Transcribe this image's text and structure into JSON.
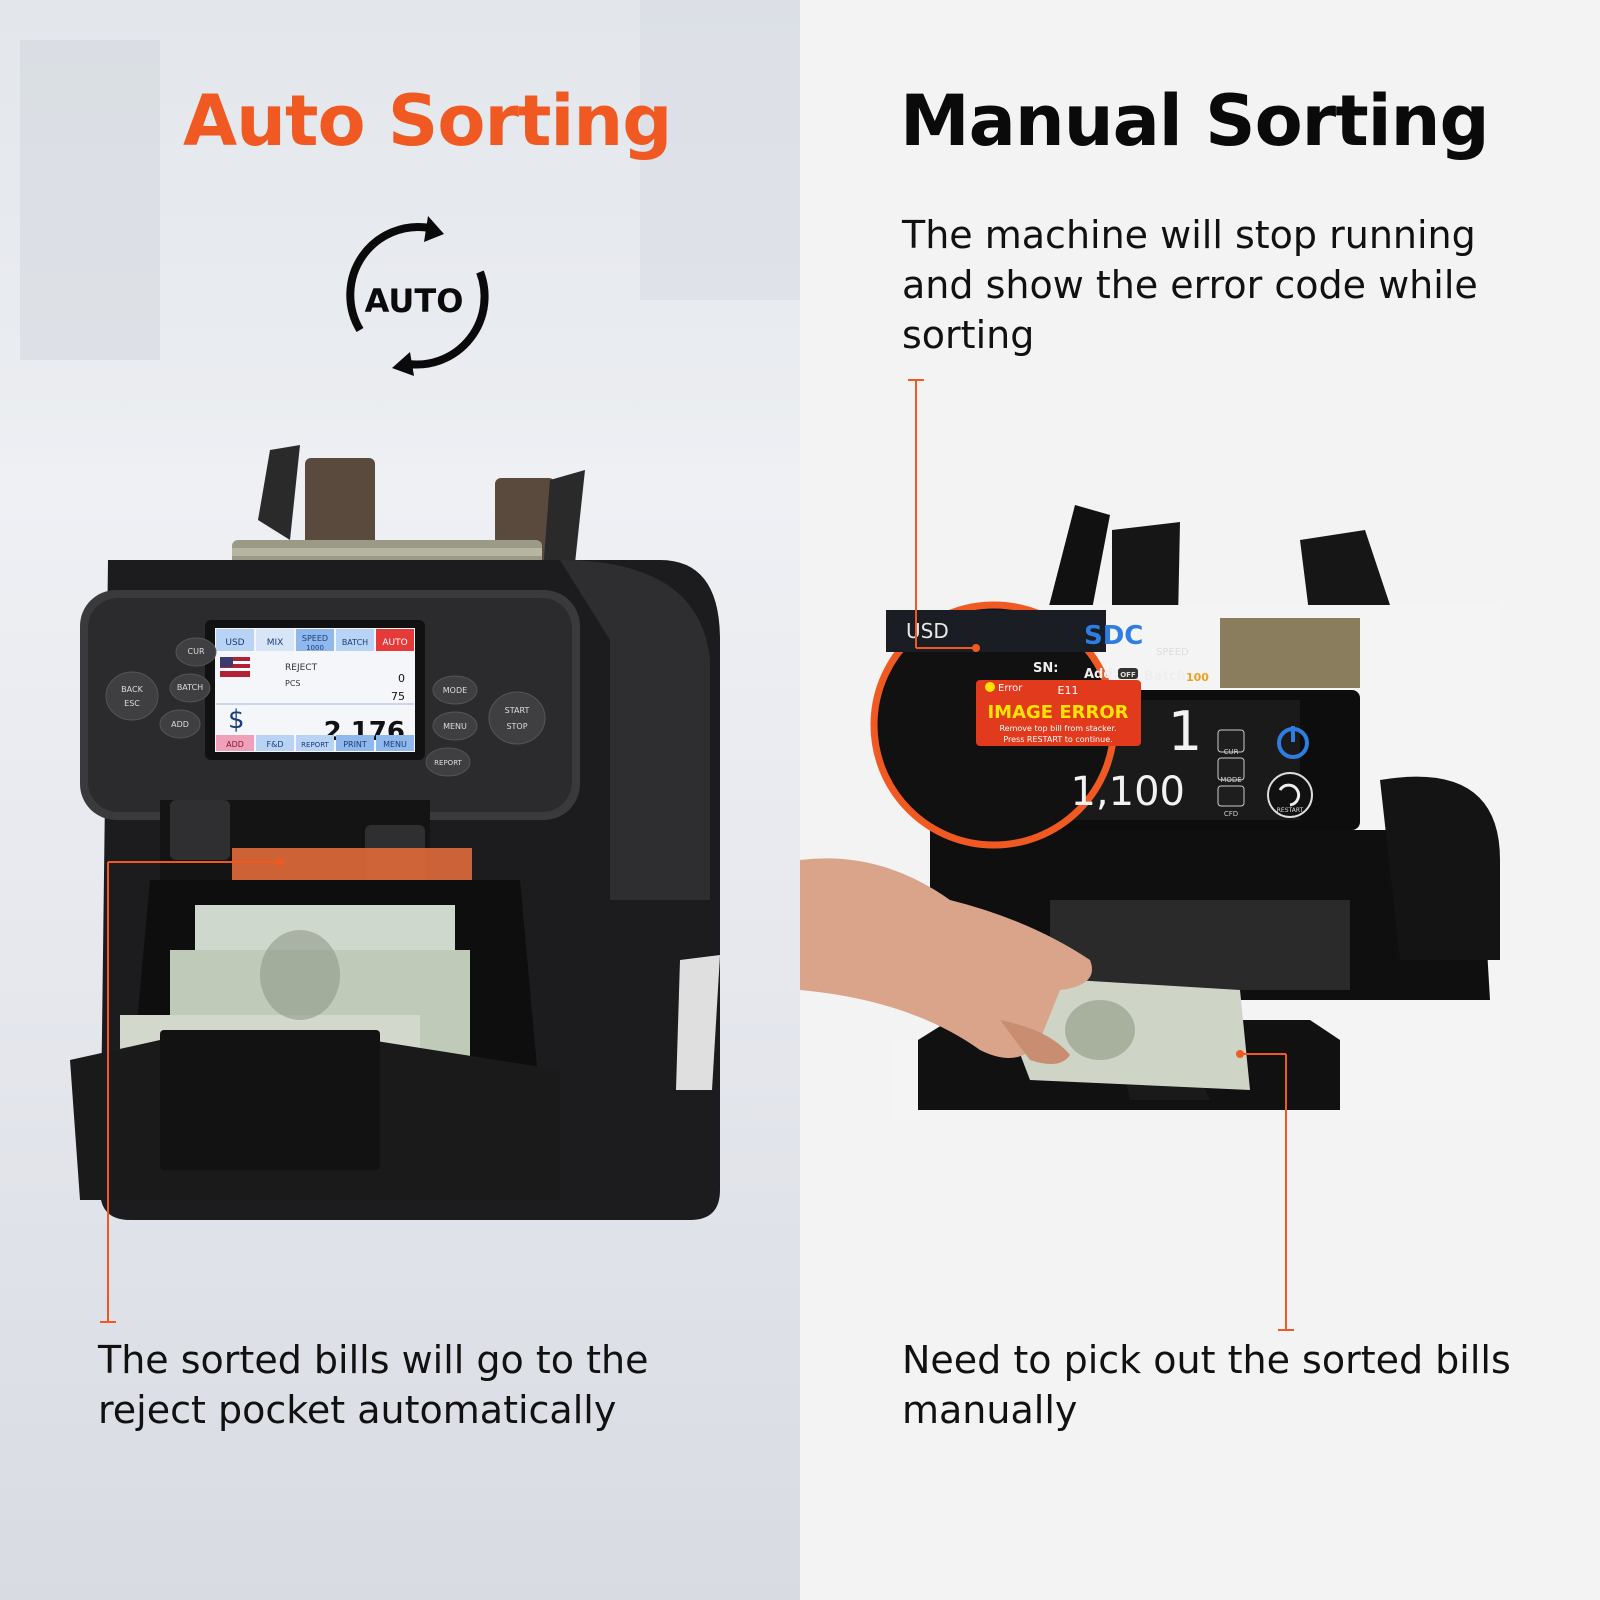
{
  "left": {
    "title": "Auto Sorting",
    "auto_badge": "AUTO",
    "description": "The sorted bills will go to the reject pocket automatically",
    "screen": {
      "tabs": [
        "USD",
        "MIX",
        "SPEED",
        "BATCH",
        "AUTO"
      ],
      "speed_value": "1000",
      "reject_label": "REJECT",
      "reject_value": "0",
      "pcs_label": "PCS",
      "pcs_value": "75",
      "currency_symbol": "$",
      "total": "2 176",
      "bottom_tabs": [
        "ADD",
        "F&D",
        "REPORT",
        "PRINT",
        "MENU"
      ]
    },
    "buttons": {
      "cur": "CUR",
      "back": "BACK",
      "esc": "ESC",
      "batch": "BATCH",
      "add": "ADD",
      "mode": "MODE",
      "menu": "MENU",
      "report": "REPORT",
      "start": "START",
      "stop": "STOP"
    }
  },
  "right": {
    "title": "Manual Sorting",
    "description_top": "The machine will stop running and show the error code while sorting",
    "description_bottom": "Need to pick out the sorted bills manually",
    "screen": {
      "currency": "USD",
      "mode": "SDC",
      "speed_label": "SPEED",
      "sn_label": "SN:",
      "add_label": "Add:",
      "add_value": "OFF",
      "batch_label": "Batch:",
      "batch_value": "100",
      "error_label": "Error",
      "error_code": "E11",
      "error_title": "IMAGE ERROR",
      "error_line1": "Remove top bill from stacker.",
      "error_line2": "Press RESTART to continue.",
      "count": "1",
      "total": "1,100"
    },
    "buttons": {
      "cur": "CUR",
      "mode": "MODE",
      "cfd": "CFD",
      "restart": "RESTART"
    }
  },
  "colors": {
    "accent": "#f05a22",
    "dark": "#0a0a0a",
    "screen_blue": "#2f7de1",
    "error_red": "#e23a1c",
    "error_yellow": "#ffe400"
  }
}
